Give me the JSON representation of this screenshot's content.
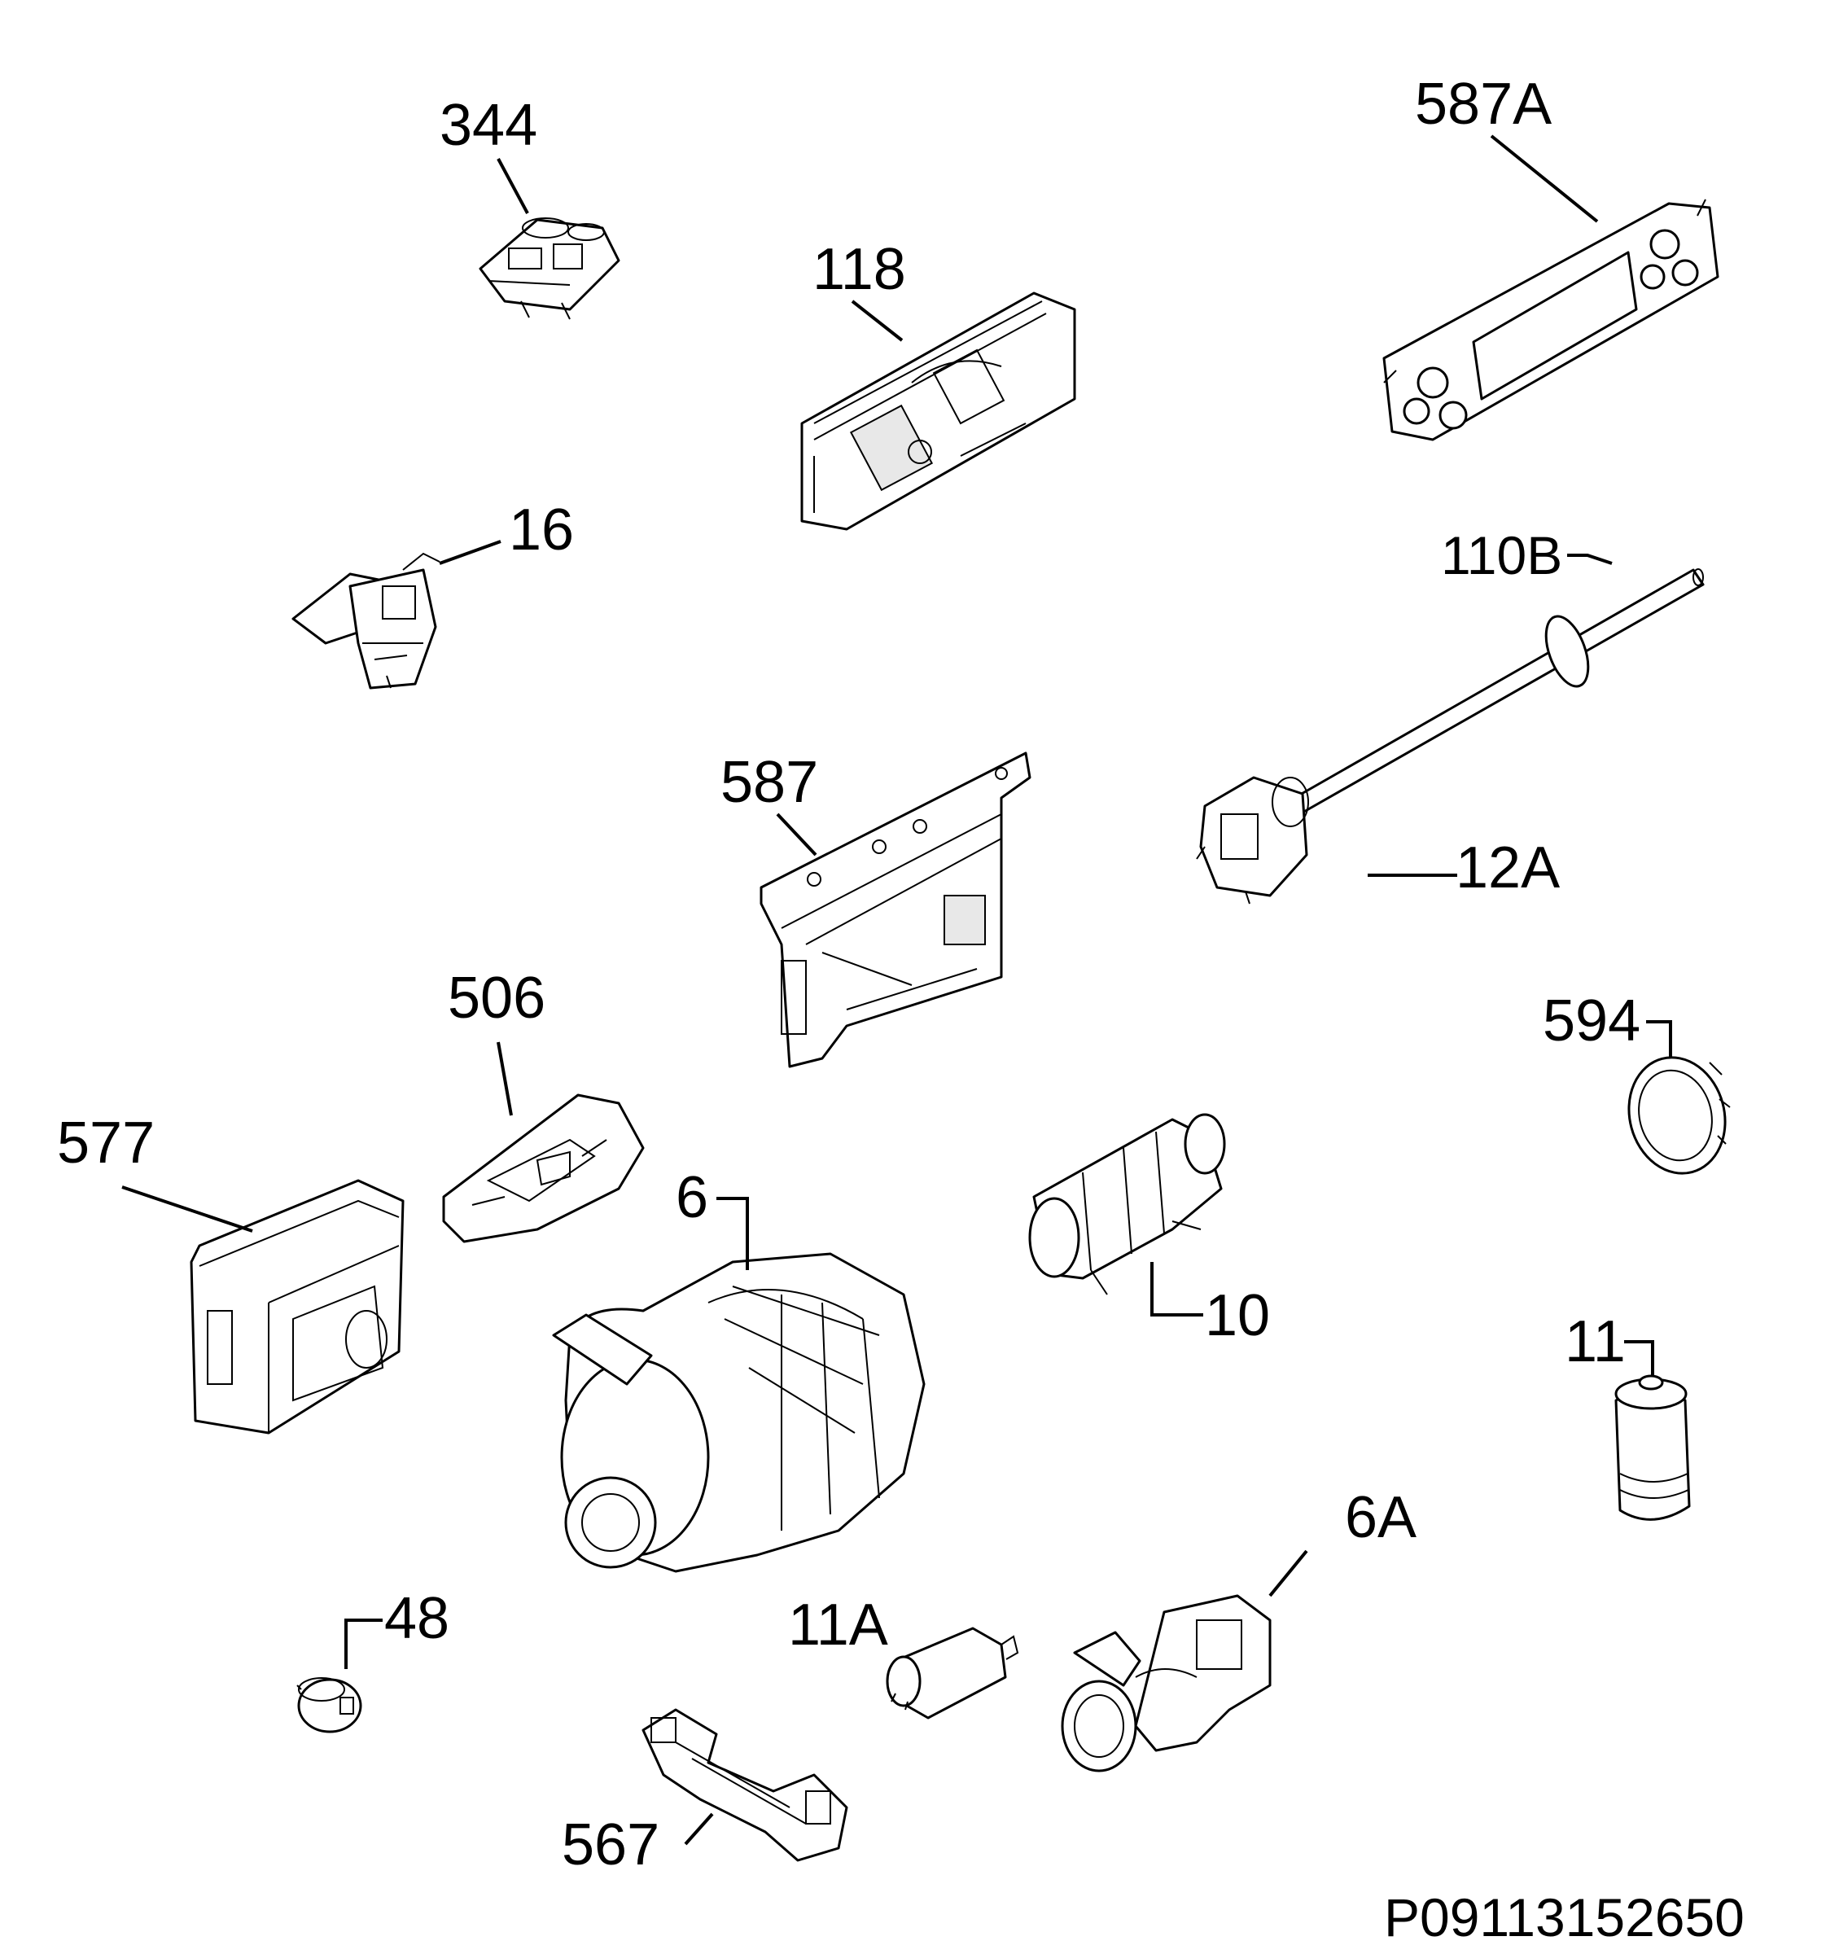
{
  "callouts": [
    {
      "id": "344",
      "label": "344"
    },
    {
      "id": "118",
      "label": "118"
    },
    {
      "id": "587A",
      "label": "587A"
    },
    {
      "id": "16",
      "label": "16"
    },
    {
      "id": "110B",
      "label": "110B"
    },
    {
      "id": "587",
      "label": "587"
    },
    {
      "id": "12A",
      "label": "12A"
    },
    {
      "id": "506",
      "label": "506"
    },
    {
      "id": "594",
      "label": "594"
    },
    {
      "id": "577",
      "label": "577"
    },
    {
      "id": "6",
      "label": "6"
    },
    {
      "id": "10",
      "label": "10"
    },
    {
      "id": "11",
      "label": "11"
    },
    {
      "id": "48",
      "label": "48"
    },
    {
      "id": "11A",
      "label": "11A"
    },
    {
      "id": "6A",
      "label": "6A"
    },
    {
      "id": "567",
      "label": "567"
    }
  ],
  "document_id": "P09113152650"
}
